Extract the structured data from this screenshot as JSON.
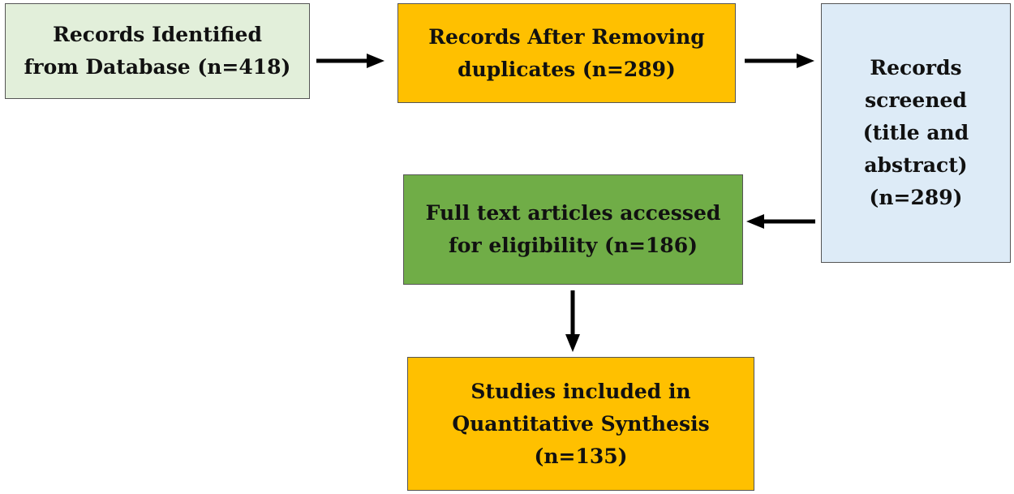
{
  "boxes": {
    "identified": {
      "lines": [
        "Records Identified",
        "from Database (n=418)"
      ],
      "color": "#E2EFDA"
    },
    "after_duplicates": {
      "lines": [
        "Records After Removing",
        "duplicates (n=289)"
      ],
      "color": "#FFC000"
    },
    "screened": {
      "lines": [
        "Records",
        "screened",
        "(title and",
        "abstract)",
        "(n=289)"
      ],
      "color": "#DDEBF7"
    },
    "full_text": {
      "lines": [
        "Full text articles accessed",
        "for eligibility (n=186)"
      ],
      "color": "#70AD47"
    },
    "included": {
      "lines": [
        "Studies included in",
        "Quantitative Synthesis",
        "(n=135)"
      ],
      "color": "#FFC000"
    }
  },
  "arrow_color": "#000000"
}
